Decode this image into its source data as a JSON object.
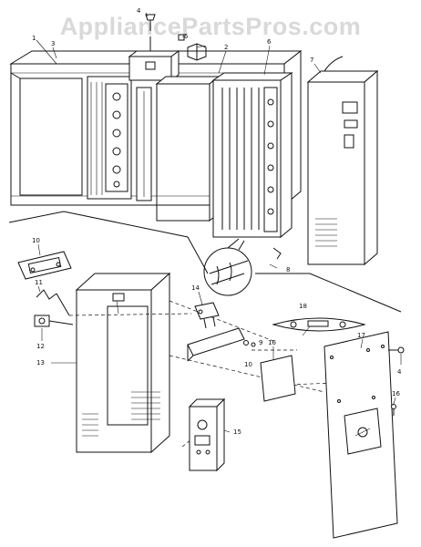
{
  "watermark": "AppliancePartsPros.com",
  "callouts": {
    "c1": "1",
    "c2": "2",
    "c3": "3",
    "c4a": "4",
    "c4b": "4",
    "c5": "5",
    "c6": "6",
    "c7": "7",
    "c8": "8",
    "c9": "9",
    "c10a": "10",
    "c10b": "10",
    "c11": "11",
    "c12": "12",
    "c13": "13",
    "c14": "14",
    "c15": "15",
    "c16a": "16",
    "c16b": "16",
    "c17": "17",
    "c18": "18"
  }
}
